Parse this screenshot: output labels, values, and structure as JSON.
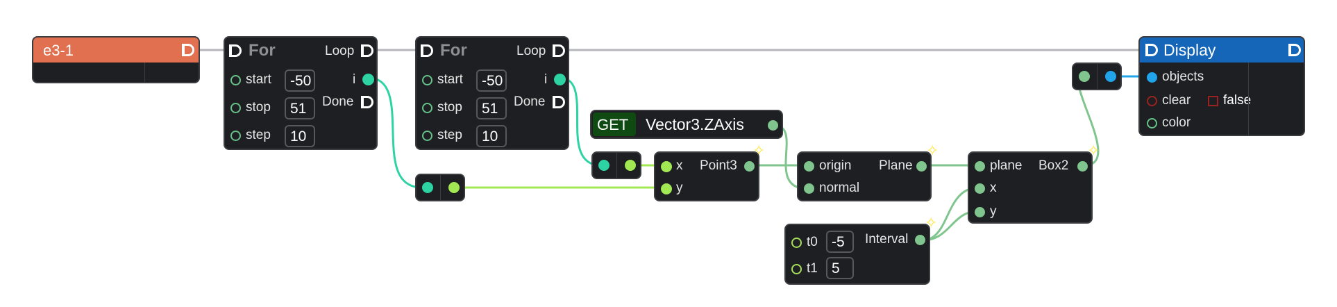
{
  "nodes": {
    "e3": {
      "title": "e3-1",
      "color": "#e07050"
    },
    "for1": {
      "title": "For",
      "loop_label": "Loop",
      "done_label": "Done",
      "i_label": "i",
      "start_label": "start",
      "stop_label": "stop",
      "step_label": "step",
      "start": "-50",
      "stop": "51",
      "step": "10"
    },
    "for2": {
      "title": "For",
      "loop_label": "Loop",
      "done_label": "Done",
      "i_label": "i",
      "start_label": "start",
      "stop_label": "stop",
      "step_label": "step",
      "start": "-50",
      "stop": "51",
      "step": "10"
    },
    "get": {
      "badge": "GET",
      "name": "Vector3.ZAxis",
      "badge_color": "#0e4a12"
    },
    "point3": {
      "title": "Point3",
      "x_label": "x",
      "y_label": "y"
    },
    "plane": {
      "title": "Plane",
      "origin_label": "origin",
      "normal_label": "normal"
    },
    "box2": {
      "title": "Box2",
      "plane_label": "plane",
      "x_label": "x",
      "y_label": "y"
    },
    "interval": {
      "title": "Interval",
      "t0_label": "t0",
      "t1_label": "t1",
      "t0": "-5",
      "t1": "5"
    },
    "display": {
      "title": "Display",
      "objects_label": "objects",
      "clear_label": "clear",
      "clear_value": "false",
      "color_label": "color",
      "color": "#1565b8"
    }
  },
  "wire_colors": {
    "flow": "#b5b7ba",
    "teal": "#2ed3a4",
    "lime": "#a2e853",
    "green": "#7fc58d",
    "blue": "#21a4ea"
  },
  "icons": [
    "d-flow-icon",
    "sparkle-icon"
  ]
}
